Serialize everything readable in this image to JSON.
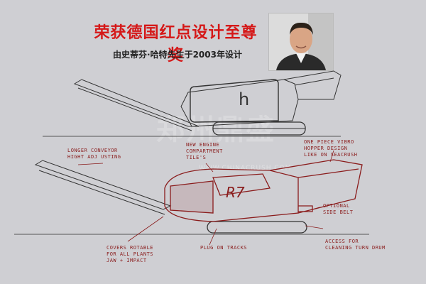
{
  "header": {
    "title": "荣获德国红点设计至尊奖",
    "subtitle": "由史蒂芬·哈特先生于2003年设计"
  },
  "photo": {
    "icon": "designer-portrait"
  },
  "sketch": {
    "machine_label": "R7",
    "logo_letter": "h",
    "notes": {
      "conveyor": "LONGER CONVEYOR\nHIGHT ADJ USTING",
      "engine": "NEW ENGINE\nCOMPARTMENT\nTILE'S",
      "hopper": "ONE PIECE VIBRO\nHOPPER DESIGN\nLIKE ON SEACRUSH",
      "sidebelt": "OPTIONAL\nSIDE BELT",
      "covers": "COVERS ROTABLE\nFOR ALL PLANTS\nJAW + IMPACT",
      "tracks": "PLUG ON TRACKS",
      "access": "ACCESS FOR\nCLEANING TURN DRUM"
    }
  },
  "watermark": {
    "text": "郑州鼎盛",
    "url": "WWW.CHINACRUSH.COM"
  },
  "colors": {
    "title": "#d51818",
    "sketch_red": "#8a1c1c",
    "pencil": "#333333"
  }
}
